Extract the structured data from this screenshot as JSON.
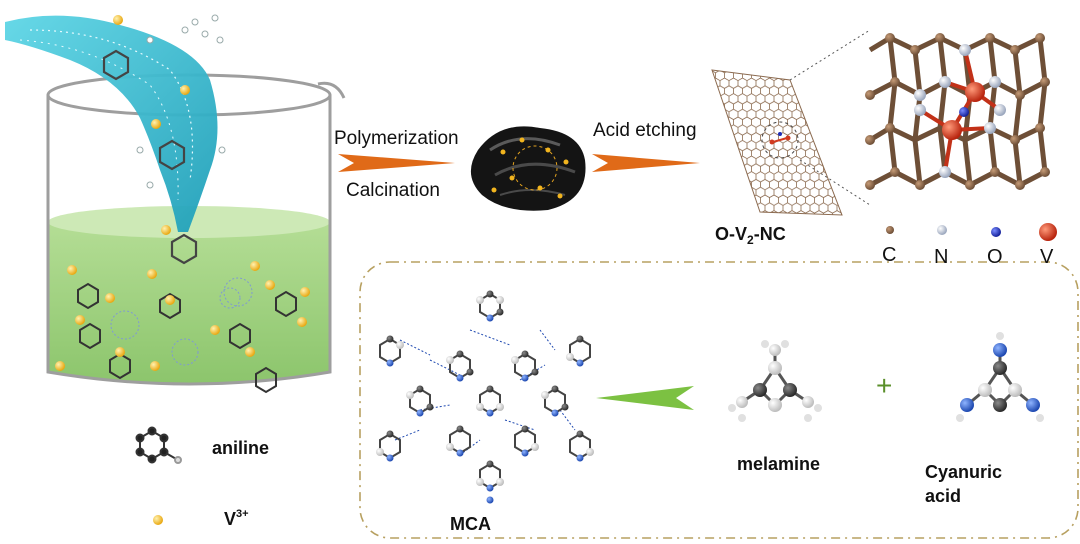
{
  "process_labels": {
    "polymerization": "Polymerization",
    "calcination": "Calcination",
    "acid_etching": "Acid etching"
  },
  "product": {
    "prefix": "O-V",
    "subscript": "2",
    "suffix": "-NC"
  },
  "atom_legend": [
    {
      "symbol": "C",
      "color": "#8b6a4f"
    },
    {
      "symbol": "N",
      "color": "#b9c3d6"
    },
    {
      "symbol": "O",
      "color": "#1f2fb8"
    },
    {
      "symbol": "V",
      "color": "#d13a1f"
    }
  ],
  "left_legend": {
    "aniline": "aniline",
    "vanadium_base": "V",
    "vanadium_sup": "3+"
  },
  "assembly": {
    "mca": "MCA",
    "melamine": "melamine",
    "plus": "+",
    "cyanuric_line1": "Cyanuric",
    "cyanuric_line2": "acid"
  },
  "colors": {
    "solution": "#9cd07f",
    "solution_top": "#c6e6ad",
    "ribbon": "#33c3d6",
    "vanadium": "#f2b51f",
    "arrow_orange": "#e06a18",
    "arrow_green": "#7cc142",
    "frame": "#b7a060",
    "carbon_gray": "#4a4a4a",
    "hydrogen": "#dcdcdc",
    "nitrogen_blue": "#2f63c8"
  }
}
